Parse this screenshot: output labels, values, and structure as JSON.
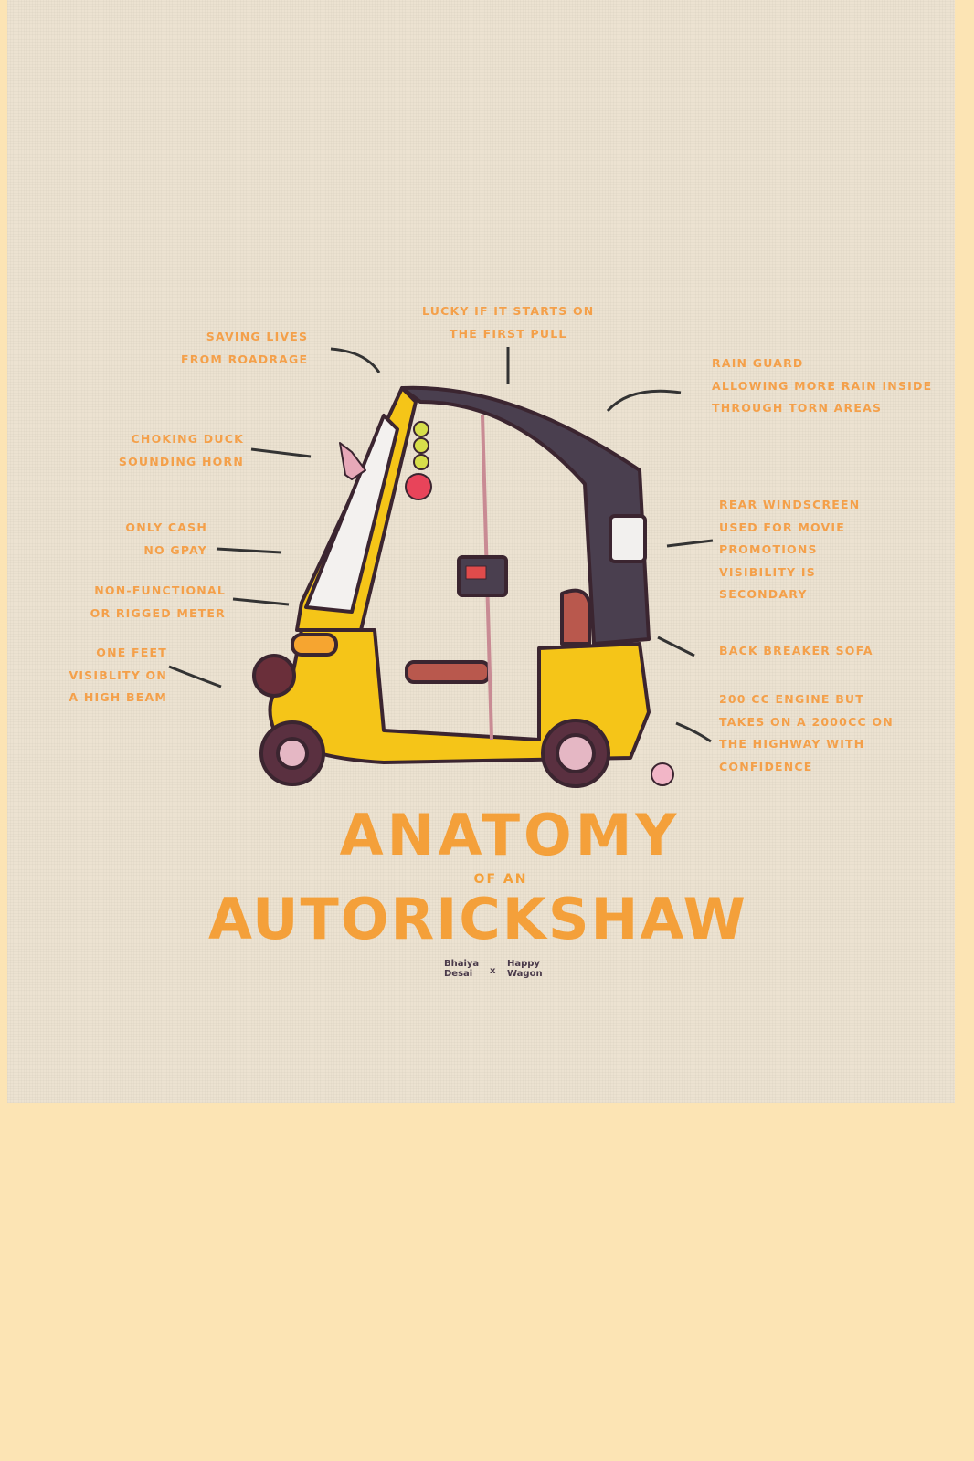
{
  "annotations": {
    "saving_lives": [
      "Saving lives",
      "from roadrage"
    ],
    "lucky": [
      "Lucky if it starts on",
      "the first pull"
    ],
    "rain_guard": [
      "Rain guard",
      "allowing more rain inside",
      "through torn areas"
    ],
    "horn": [
      "Choking duck",
      "sounding horn"
    ],
    "cash": [
      "Only cash",
      "no Gpay"
    ],
    "meter": [
      "Non-functional",
      "or rigged meter"
    ],
    "beam": [
      "One feet",
      "visiblity on",
      "a high beam"
    ],
    "windscreen": [
      "Rear windscreen",
      "used for movie",
      "promotions",
      "visibility is",
      "secondary"
    ],
    "sofa": [
      "Back breaker sofa"
    ],
    "engine": [
      "200 cc engine but",
      "takes on a 2000cc on",
      "the highway with",
      "confidence"
    ]
  },
  "title": {
    "line1": "Anatomy",
    "line2": "of an",
    "line3": "Autorickshaw"
  },
  "logos": {
    "left": [
      "Bhaiya",
      "Desai"
    ],
    "separator": "x",
    "right": [
      "Happy",
      "Wagon"
    ]
  },
  "colors": {
    "canvas": "#ece2d1",
    "background": "#fce4b4",
    "text": "#f4a04a",
    "rickshaw": "#f5c518"
  }
}
